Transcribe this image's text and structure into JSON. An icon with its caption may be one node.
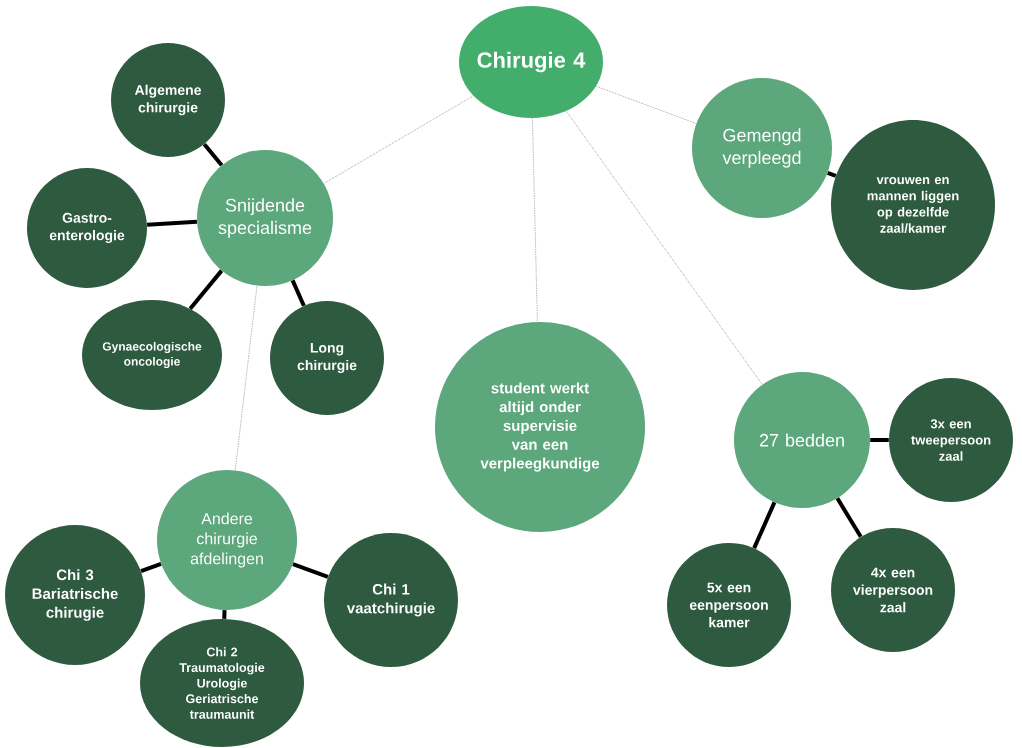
{
  "diagram": {
    "nodes": [
      {
        "text": [
          "Chirugie 4"
        ]
      },
      {
        "text": [
          "Snijdende specialisme"
        ]
      },
      {
        "text": [
          "Algemene chirurgie"
        ]
      },
      {
        "text": [
          "Gastro- enterologie"
        ]
      },
      {
        "text": [
          "Gynaecologische oncologie"
        ]
      },
      {
        "text": [
          "Long chirurgie"
        ]
      },
      {
        "text": [
          "student werkt altijd onder supervisie van een verpleegkundige"
        ]
      },
      {
        "text": [
          "Gemengd verpleegd"
        ]
      },
      {
        "text": [
          "vrouwen en mannen liggen op dezelfde zaal/kamer"
        ]
      },
      {
        "text": [
          "Andere chirurgie afdelingen"
        ]
      },
      {
        "text": [
          "Chi 3",
          "Bariatrische chirugie"
        ]
      },
      {
        "text": [
          "Chi 2",
          "Traumatologie",
          "Urologie",
          "Geriatrische traumaunit"
        ]
      },
      {
        "text": [
          "Chi 1",
          "vaatchirugie"
        ]
      },
      {
        "text": [
          "27 bedden"
        ]
      },
      {
        "text": [
          "3x een tweepersoon zaal"
        ]
      },
      {
        "text": [
          "5x een eenpersoon kamer"
        ]
      },
      {
        "text": [
          "4x een vierpersoon zaal"
        ]
      }
    ],
    "edges": [
      {
        "from": 0,
        "to": 1,
        "arrow": "none",
        "style": "dashed",
        "color": "#666666"
      },
      {
        "from": 0,
        "to": 6,
        "arrow": "none",
        "style": "dashed",
        "color": "#666666"
      },
      {
        "from": 0,
        "to": 7,
        "arrow": "none",
        "style": "dashed",
        "color": "#666666"
      },
      {
        "from": 0,
        "to": 13,
        "arrow": "none",
        "style": "dashed",
        "color": "#666666"
      },
      {
        "from": 1,
        "to": 2,
        "arrow": "none"
      },
      {
        "from": 1,
        "to": 3,
        "arrow": "none"
      },
      {
        "from": 1,
        "to": 4,
        "arrow": "none"
      },
      {
        "from": 1,
        "to": 5,
        "arrow": "none"
      },
      {
        "from": 1,
        "to": 9,
        "arrow": "none",
        "style": "dashed",
        "color": "#666666"
      },
      {
        "from": 7,
        "to": 8,
        "arrow": "none"
      },
      {
        "from": 9,
        "to": 10,
        "arrow": "none"
      },
      {
        "from": 9,
        "to": 11,
        "arrow": "none"
      },
      {
        "from": 9,
        "to": 12,
        "arrow": "none"
      },
      {
        "from": 13,
        "to": 14,
        "arrow": "none"
      },
      {
        "from": 13,
        "to": 15,
        "arrow": "none"
      },
      {
        "from": 13,
        "to": 16,
        "arrow": "none"
      }
    ]
  }
}
